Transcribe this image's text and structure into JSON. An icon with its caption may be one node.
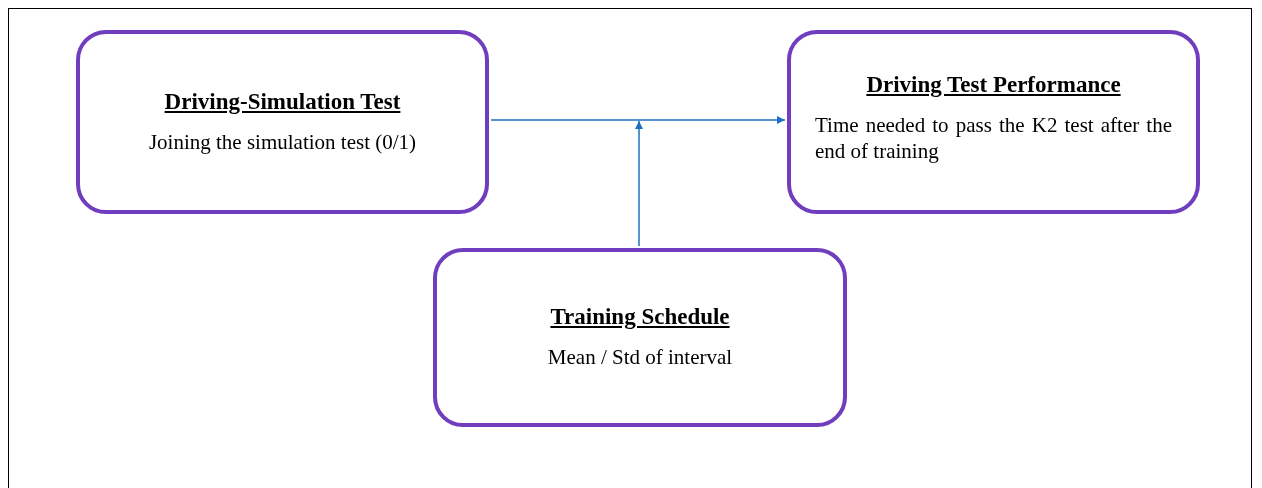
{
  "diagram": {
    "nodes": [
      {
        "text": [
          "Driving-Simulation Test",
          "Joining the simulation test (0/1)"
        ]
      },
      {
        "text": [
          "Driving Test Performance",
          "Time needed to pass the K2 test after the end of training"
        ]
      },
      {
        "text": [
          "Training Schedule",
          "Mean / Std of interval"
        ]
      }
    ],
    "edges": [
      {
        "from": 0,
        "to": 1,
        "arrow": "to"
      },
      {
        "from": 2,
        "to": null,
        "arrow": "to"
      }
    ]
  }
}
